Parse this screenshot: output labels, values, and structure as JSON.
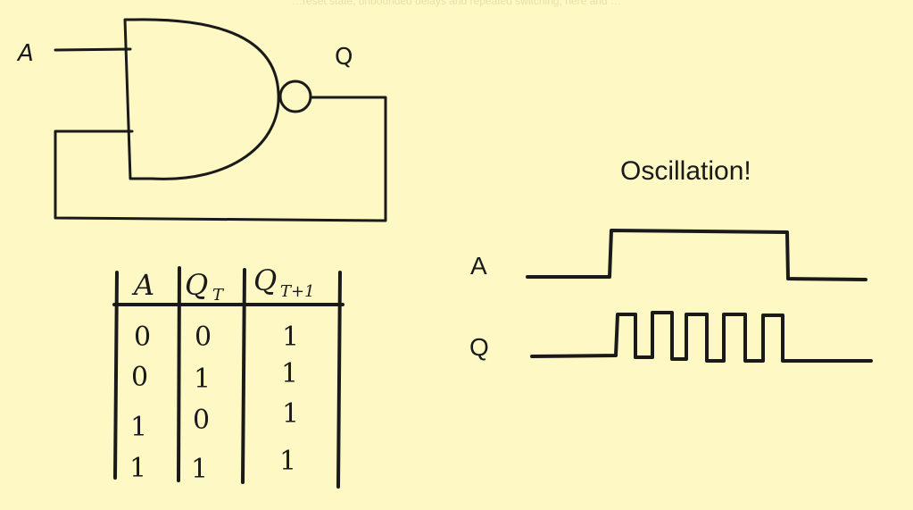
{
  "top_caption": "…reset state, unbounded delays and repeated switching, here and …",
  "circuit": {
    "input_label": "A",
    "output_label": "Q"
  },
  "truth_table": {
    "headers": [
      "A",
      "Q_T",
      "Q_{T+1}"
    ],
    "rows": [
      [
        "0",
        "0",
        "1"
      ],
      [
        "0",
        "1",
        "1"
      ],
      [
        "1",
        "0",
        "1"
      ],
      [
        "1",
        "1",
        "1"
      ]
    ]
  },
  "waveform": {
    "title": "Oscillation!",
    "signal_a_label": "A",
    "signal_q_label": "Q"
  }
}
